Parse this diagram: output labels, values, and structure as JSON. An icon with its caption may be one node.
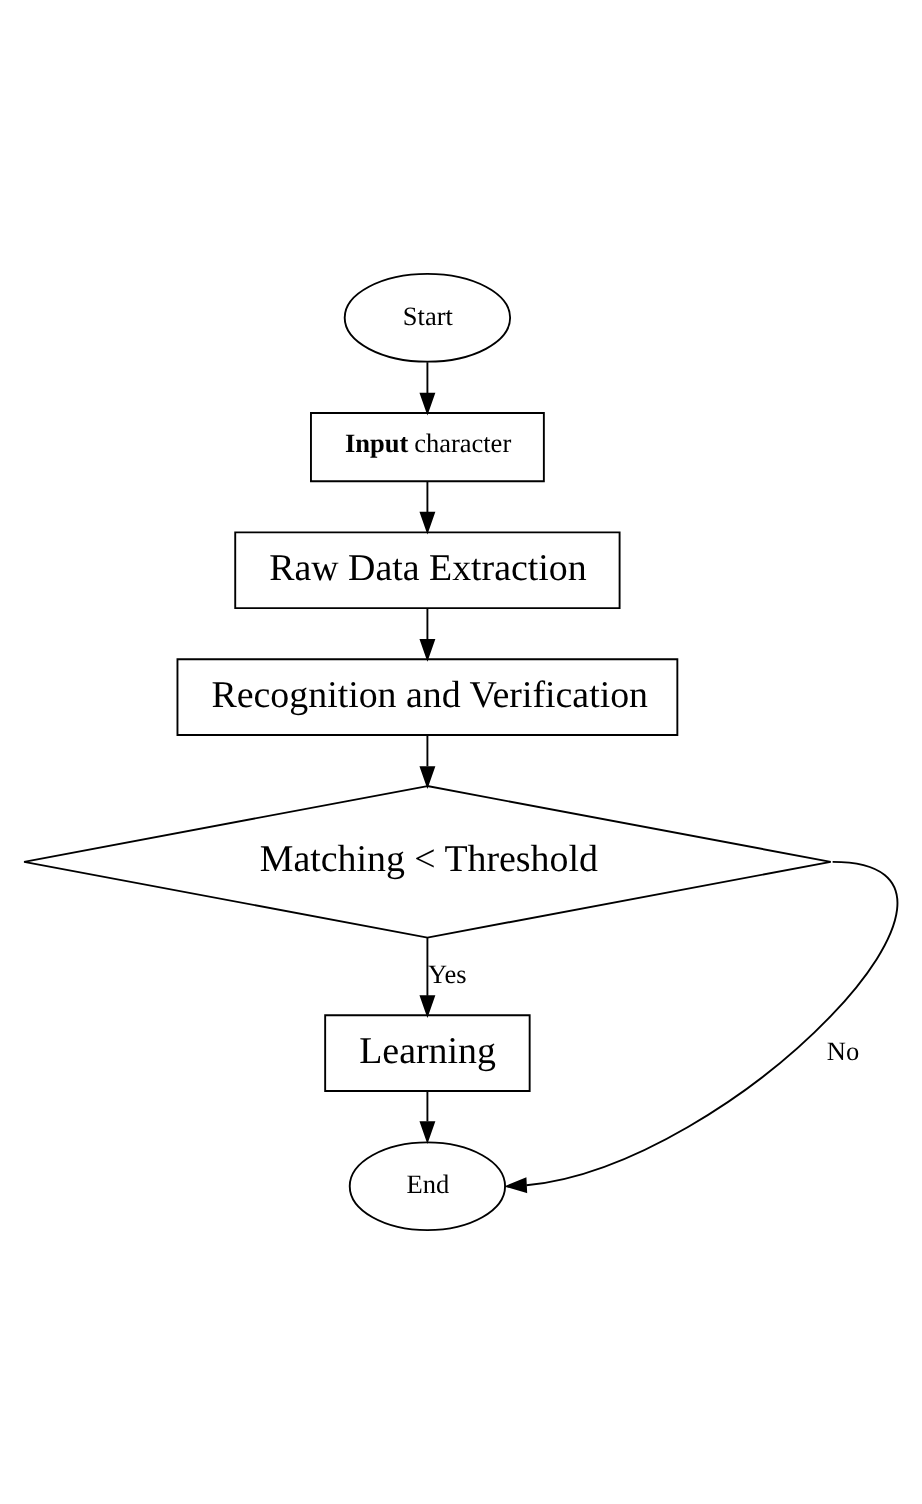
{
  "diagram": {
    "nodes": [
      {
        "text": [
          "Start"
        ]
      },
      {
        "text": [
          "**Input** character"
        ]
      },
      {
        "text": [
          "Raw Data Extraction"
        ]
      },
      {
        "text": [
          "Recognition and Verification"
        ]
      },
      {
        "text": [
          "Matching < Threshold"
        ]
      },
      {
        "text": [
          "Learning"
        ]
      },
      {
        "text": [
          "End"
        ]
      }
    ],
    "edges": [
      {
        "from": 0,
        "to": 1,
        "arrow": "to"
      },
      {
        "from": 1,
        "to": 2,
        "arrow": "to"
      },
      {
        "from": 2,
        "to": 3,
        "arrow": "to"
      },
      {
        "from": 3,
        "to": 4,
        "arrow": "to"
      },
      {
        "from": 4,
        "to": 5,
        "arrow": "to",
        "label": "Yes"
      },
      {
        "from": 4,
        "to": 6,
        "arrow": "to",
        "label": "No"
      },
      {
        "from": 5,
        "to": 6,
        "arrow": "to"
      }
    ]
  }
}
